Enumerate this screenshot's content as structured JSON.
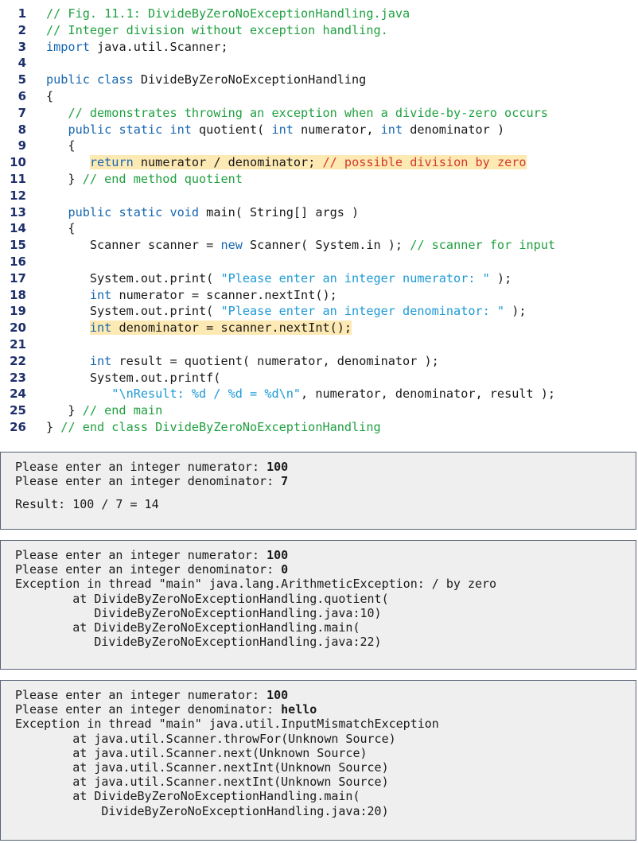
{
  "code_lines": [
    {
      "num": "1",
      "hl": false,
      "parts": [
        {
          "t": "// Fig. 11.1: DivideByZeroNoExceptionHandling.java",
          "c": "cmt"
        }
      ]
    },
    {
      "num": "2",
      "hl": false,
      "parts": [
        {
          "t": "// Integer division without exception handling.",
          "c": "cmt"
        }
      ]
    },
    {
      "num": "3",
      "hl": false,
      "parts": [
        {
          "t": "import",
          "c": "kw"
        },
        {
          "t": " java.util.Scanner;",
          "c": ""
        }
      ]
    },
    {
      "num": "4",
      "hl": false,
      "parts": []
    },
    {
      "num": "5",
      "hl": false,
      "parts": [
        {
          "t": "public class",
          "c": "kw"
        },
        {
          "t": " DivideByZeroNoExceptionHandling",
          "c": ""
        }
      ]
    },
    {
      "num": "6",
      "hl": false,
      "parts": [
        {
          "t": "{",
          "c": ""
        }
      ]
    },
    {
      "num": "7",
      "hl": false,
      "parts": [
        {
          "t": "   ",
          "c": ""
        },
        {
          "t": "// demonstrates throwing an exception when a divide-by-zero occurs",
          "c": "cmt"
        }
      ]
    },
    {
      "num": "8",
      "hl": false,
      "parts": [
        {
          "t": "   ",
          "c": ""
        },
        {
          "t": "public static int",
          "c": "kw"
        },
        {
          "t": " quotient( ",
          "c": ""
        },
        {
          "t": "int",
          "c": "kw"
        },
        {
          "t": " numerator, ",
          "c": ""
        },
        {
          "t": "int",
          "c": "kw"
        },
        {
          "t": " denominator )",
          "c": ""
        }
      ]
    },
    {
      "num": "9",
      "hl": false,
      "parts": [
        {
          "t": "   {",
          "c": ""
        }
      ]
    },
    {
      "num": "10",
      "hl": true,
      "parts": [
        {
          "t": "      ",
          "c": "pad"
        },
        {
          "t": "return",
          "c": "kw"
        },
        {
          "t": " numerator / denominator; ",
          "c": ""
        },
        {
          "t": "// possible division by zero",
          "c": "red"
        }
      ]
    },
    {
      "num": "11",
      "hl": false,
      "parts": [
        {
          "t": "   } ",
          "c": ""
        },
        {
          "t": "// end method quotient",
          "c": "cmt"
        }
      ]
    },
    {
      "num": "12",
      "hl": false,
      "parts": []
    },
    {
      "num": "13",
      "hl": false,
      "parts": [
        {
          "t": "   ",
          "c": ""
        },
        {
          "t": "public static void",
          "c": "kw"
        },
        {
          "t": " main( String[] args )",
          "c": ""
        }
      ]
    },
    {
      "num": "14",
      "hl": false,
      "parts": [
        {
          "t": "   {",
          "c": ""
        }
      ]
    },
    {
      "num": "15",
      "hl": false,
      "parts": [
        {
          "t": "      Scanner scanner = ",
          "c": ""
        },
        {
          "t": "new",
          "c": "kw"
        },
        {
          "t": " Scanner( System.in ); ",
          "c": ""
        },
        {
          "t": "// scanner for input",
          "c": "cmt"
        }
      ]
    },
    {
      "num": "16",
      "hl": false,
      "parts": []
    },
    {
      "num": "17",
      "hl": false,
      "parts": [
        {
          "t": "      System.out.print( ",
          "c": ""
        },
        {
          "t": "\"Please enter an integer numerator: \"",
          "c": "str"
        },
        {
          "t": " );",
          "c": ""
        }
      ]
    },
    {
      "num": "18",
      "hl": false,
      "parts": [
        {
          "t": "      ",
          "c": ""
        },
        {
          "t": "int",
          "c": "kw"
        },
        {
          "t": " numerator = scanner.nextInt();",
          "c": ""
        }
      ]
    },
    {
      "num": "19",
      "hl": false,
      "parts": [
        {
          "t": "      System.out.print( ",
          "c": ""
        },
        {
          "t": "\"Please enter an integer denominator: \"",
          "c": "str"
        },
        {
          "t": " );",
          "c": ""
        }
      ]
    },
    {
      "num": "20",
      "hl": true,
      "parts": [
        {
          "t": "      ",
          "c": "pad"
        },
        {
          "t": "int",
          "c": "kw"
        },
        {
          "t": " denominator = scanner.nextInt();",
          "c": ""
        }
      ]
    },
    {
      "num": "21",
      "hl": false,
      "parts": []
    },
    {
      "num": "22",
      "hl": false,
      "parts": [
        {
          "t": "      ",
          "c": ""
        },
        {
          "t": "int",
          "c": "kw"
        },
        {
          "t": " result = quotient( numerator, denominator );",
          "c": ""
        }
      ]
    },
    {
      "num": "23",
      "hl": false,
      "parts": [
        {
          "t": "      System.out.printf(",
          "c": ""
        }
      ]
    },
    {
      "num": "24",
      "hl": false,
      "parts": [
        {
          "t": "         ",
          "c": ""
        },
        {
          "t": "\"\\nResult: %d / %d = %d\\n\"",
          "c": "str"
        },
        {
          "t": ", numerator, denominator, result );",
          "c": ""
        }
      ]
    },
    {
      "num": "25",
      "hl": false,
      "parts": [
        {
          "t": "   } ",
          "c": ""
        },
        {
          "t": "// end main",
          "c": "cmt"
        }
      ]
    },
    {
      "num": "26",
      "hl": false,
      "parts": [
        {
          "t": "} ",
          "c": ""
        },
        {
          "t": "// end class DivideByZeroNoExceptionHandling",
          "c": "cmt"
        }
      ]
    }
  ],
  "outputs": [
    {
      "name": "output-run-1",
      "lines": [
        {
          "text": "Please enter an integer numerator: ",
          "input": "100"
        },
        {
          "text": "Please enter an integer denominator: ",
          "input": "7"
        },
        {
          "text": "Result: 100 / 7 = 14",
          "input": "",
          "gap": true
        }
      ]
    },
    {
      "name": "output-run-2",
      "lines": [
        {
          "text": "Please enter an integer numerator: ",
          "input": "100"
        },
        {
          "text": "Please enter an integer denominator: ",
          "input": "0"
        },
        {
          "text": "Exception in thread \"main\" java.lang.ArithmeticException: / by zero",
          "input": ""
        },
        {
          "text": "        at DivideByZeroNoExceptionHandling.quotient(",
          "input": ""
        },
        {
          "text": "           DivideByZeroNoExceptionHandling.java:10)",
          "input": ""
        },
        {
          "text": "        at DivideByZeroNoExceptionHandling.main(",
          "input": ""
        },
        {
          "text": "           DivideByZeroNoExceptionHandling.java:22)",
          "input": ""
        }
      ]
    },
    {
      "name": "output-run-3",
      "lines": [
        {
          "text": "Please enter an integer numerator: ",
          "input": "100"
        },
        {
          "text": "Please enter an integer denominator: ",
          "input": "hello"
        },
        {
          "text": "Exception in thread \"main\" java.util.InputMismatchException",
          "input": ""
        },
        {
          "text": "        at java.util.Scanner.throwFor(Unknown Source)",
          "input": ""
        },
        {
          "text": "        at java.util.Scanner.next(Unknown Source)",
          "input": ""
        },
        {
          "text": "        at java.util.Scanner.nextInt(Unknown Source)",
          "input": ""
        },
        {
          "text": "        at java.util.Scanner.nextInt(Unknown Source)",
          "input": ""
        },
        {
          "text": "        at DivideByZeroNoExceptionHandling.main(",
          "input": ""
        },
        {
          "text": "            DivideByZeroNoExceptionHandling.java:20)",
          "input": ""
        }
      ]
    }
  ]
}
